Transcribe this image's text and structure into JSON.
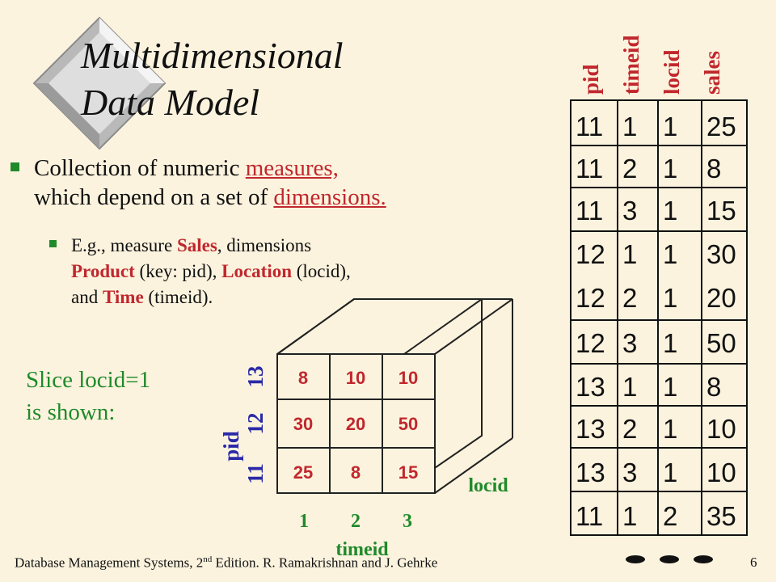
{
  "title_line1": "Multidimensional",
  "title_line2": "Data Model",
  "bullet1": {
    "pre": "Collection of numeric ",
    "measures": "measures,",
    "mid": "which depend on a set of ",
    "dimensions": "dimensions."
  },
  "bullet2": {
    "p1": "E.g., measure ",
    "sales": "Sales",
    "p2": ", dimensions",
    "product": "Product",
    "p3": " (key: pid), ",
    "location": "Location",
    "p4": " (locid),",
    "p5": "and ",
    "time": "Time",
    "p6": " (timeid)."
  },
  "slice_line1": "Slice locid=1",
  "slice_line2": "is shown:",
  "table": {
    "headers": [
      "pid",
      "timeid",
      "locid",
      "sales"
    ],
    "rows": [
      [
        "11",
        "1",
        "1",
        "25"
      ],
      [
        "11",
        "2",
        "1",
        "8"
      ],
      [
        "11",
        "3",
        "1",
        "15"
      ],
      [
        "12",
        "1",
        "1",
        "30"
      ],
      [
        "12",
        "2",
        "1",
        "20"
      ],
      [
        "12",
        "3",
        "1",
        "50"
      ],
      [
        "13",
        "1",
        "1",
        "8"
      ],
      [
        "13",
        "2",
        "1",
        "10"
      ],
      [
        "13",
        "3",
        "1",
        "10"
      ],
      [
        "11",
        "1",
        "2",
        "35"
      ]
    ]
  },
  "cube": {
    "rows": [
      [
        "8",
        "10",
        "10"
      ],
      [
        "30",
        "20",
        "50"
      ],
      [
        "25",
        "8",
        "15"
      ]
    ],
    "pid_label": "pid",
    "pid_ticks": [
      "13",
      "12",
      "11"
    ],
    "timeid_label": "timeid",
    "timeid_ticks": [
      "1",
      "2",
      "3"
    ],
    "locid_label": "locid"
  },
  "footer": {
    "pre": "Database Management Systems, 2",
    "sup": "nd",
    "post": " Edition. R. Ramakrishnan and J. Gehrke"
  },
  "page_number": "6",
  "colors": {
    "background": "#fbf3de",
    "accent_red": "#c1272d",
    "accent_green": "#1f8a2a",
    "accent_blue": "#2a2aa8"
  }
}
